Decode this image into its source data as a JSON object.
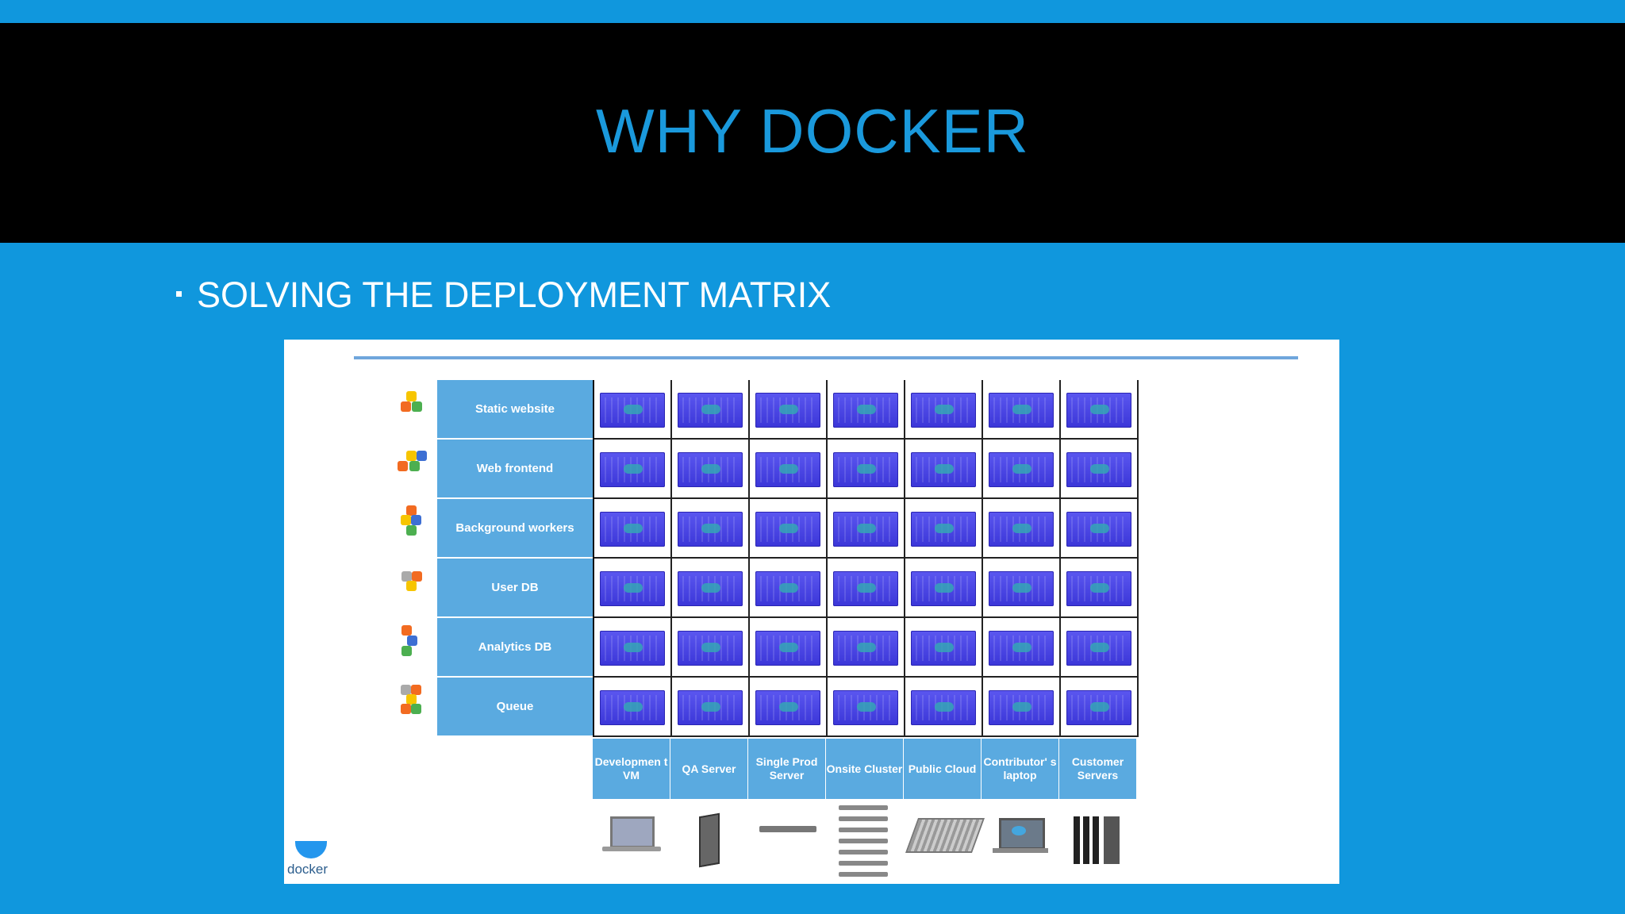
{
  "slide": {
    "title": "WHY DOCKER",
    "bullet": "SOLVING THE DEPLOYMENT MATRIX"
  },
  "matrix": {
    "rows": [
      "Static website",
      "Web frontend",
      "Background workers",
      "User DB",
      "Analytics DB",
      "Queue"
    ],
    "columns": [
      "Developmen t VM",
      "QA Server",
      "Single Prod Server",
      "Onsite Cluster",
      "Public Cloud",
      "Contributor' s laptop",
      "Customer Servers"
    ]
  },
  "logo": {
    "text": "docker",
    "color": "#2496ed"
  },
  "colors": {
    "background": "#1097dd",
    "title_band": "#000000",
    "title_text": "#1a99dc",
    "label_cells": "#5aaae0",
    "container": "#4d48ea"
  },
  "icons": [
    "laptop-icon",
    "blade-server-icon",
    "rack-server-icon",
    "cluster-icon",
    "cloud-server-icon",
    "dell-laptop-icon",
    "customer-servers-icon"
  ]
}
